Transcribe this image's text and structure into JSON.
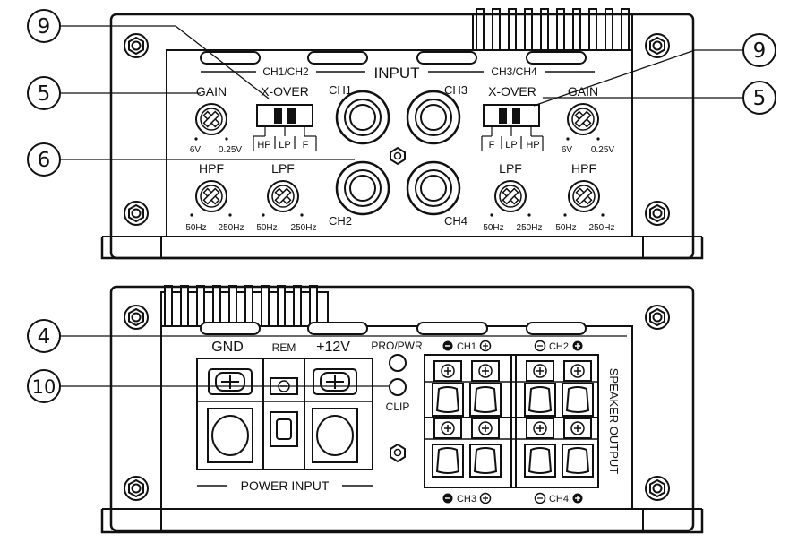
{
  "callouts": {
    "top_left_9": "9",
    "top_left_5": "5",
    "top_left_6": "6",
    "top_right_9": "9",
    "top_right_5": "5",
    "bottom_4": "4",
    "bottom_10": "10"
  },
  "top_panel": {
    "input_title": "INPUT",
    "ch12_label": "CH1/CH2",
    "ch34_label": "CH3/CH4",
    "left": {
      "gain_label": "GAIN",
      "gain_min": "6V",
      "gain_max": "0.25V",
      "xover_label": "X-OVER",
      "xover_hp": "HP",
      "xover_lp": "LP",
      "xover_f": "F",
      "hpf_label": "HPF",
      "hpf_min": "50Hz",
      "hpf_max": "250Hz",
      "lpf_label": "LPF",
      "lpf_min": "50Hz",
      "lpf_max": "250Hz"
    },
    "right": {
      "gain_label": "GAIN",
      "gain_min": "6V",
      "gain_max": "0.25V",
      "xover_label": "X-OVER",
      "xover_f": "F",
      "xover_lp": "LP",
      "xover_hp": "HP",
      "lpf_label": "LPF",
      "lpf_min": "50Hz",
      "lpf_max": "250Hz",
      "hpf_label": "HPF",
      "hpf_min": "50Hz",
      "hpf_max": "250Hz"
    },
    "rca": {
      "ch1": "CH1",
      "ch2": "CH2",
      "ch3": "CH3",
      "ch4": "CH4"
    }
  },
  "bottom_panel": {
    "gnd_label": "GND",
    "rem_label": "REM",
    "plus12_label": "+12V",
    "power_input_label": "POWER INPUT",
    "pro_pwr_label": "PRO/PWR",
    "clip_label": "CLIP",
    "speaker_output_label": "SPEAKER OUTPUT",
    "ch1_label": "CH1",
    "ch2_label": "CH2",
    "ch3_label": "CH3",
    "ch4_label": "CH4"
  }
}
